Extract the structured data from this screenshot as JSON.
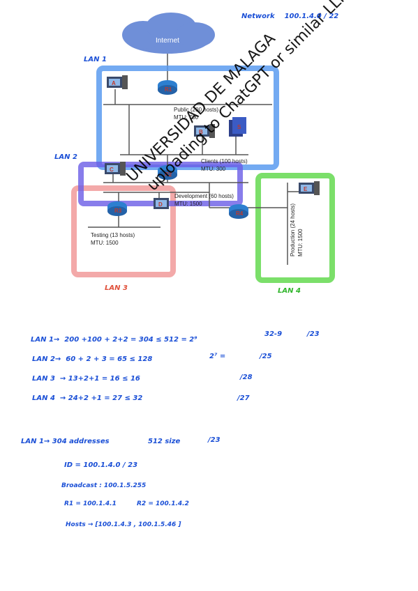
{
  "header": {
    "network_label": "Network",
    "network_value": "100.1.4.0 / 22"
  },
  "diagram": {
    "internet_label": "Internet",
    "lans": [
      {
        "label": "LAN 1",
        "color": "#5a9bf0"
      },
      {
        "label": "LAN 2",
        "color": "#6a5de6"
      },
      {
        "label": "LAN 3",
        "color": "#f2a0a0"
      },
      {
        "label": "LAN 4",
        "color": "#6ddc5a"
      }
    ],
    "hosts": [
      "A",
      "B",
      "C",
      "D",
      "E"
    ],
    "server_label": "S",
    "segments": {
      "public": {
        "name": "Public (200 hosts)",
        "mtu": "MTU: 700"
      },
      "clients": {
        "name": "Clients (100 hosts)",
        "mtu": "MTU: 300"
      },
      "development": {
        "name": "Development (60 hosts)",
        "mtu": "MTU: 1500"
      },
      "testing": {
        "name": "Testing (13 hosts)",
        "mtu": "MTU: 1500"
      },
      "production": {
        "name": "Production (24 hosts)",
        "mtu": "MTU: 1500"
      }
    }
  },
  "watermark": {
    "line1": "UNIVERSIDAD DE MALAGA",
    "line2": "uploading to ChatGPT or similar LLMs"
  },
  "calculations": [
    {
      "lan": "LAN 1→",
      "expr": "200 +100 + 2+2 = 304 ≤ 512 = 2⁹",
      "note": "32-9",
      "prefix": "/23"
    },
    {
      "lan": "LAN 2→",
      "expr": "60 + 2 + 3 = 65 ≤ 128",
      "note": "2⁷ =",
      "prefix": "/25"
    },
    {
      "lan": "LAN 3",
      "expr": "→ 13+2+1 = 16 ≤ 16",
      "note": "",
      "prefix": "/28"
    },
    {
      "lan": "LAN 4",
      "expr": "→ 24+2 +1 = 27 ≤ 32",
      "note": "",
      "prefix": "/27"
    }
  ],
  "lan1_detail": {
    "heading": "LAN 1→ 304 addresses",
    "size": "512 size",
    "prefix": "/23",
    "id": "ID = 100.1.4.0 / 23",
    "broadcast": "Broadcast : 100.1.5.255",
    "r1": "R1 = 100.1.4.1",
    "r2": "R2 = 100.1.4.2",
    "hosts": "Hosts → [100.1.4.3 , 100.1.5.46 ]"
  },
  "colors": {
    "ink": "#1a4fd6",
    "lan4_ink": "#2fb52a",
    "lan3_ink": "#e0503a",
    "router": "#2d7fd0"
  }
}
